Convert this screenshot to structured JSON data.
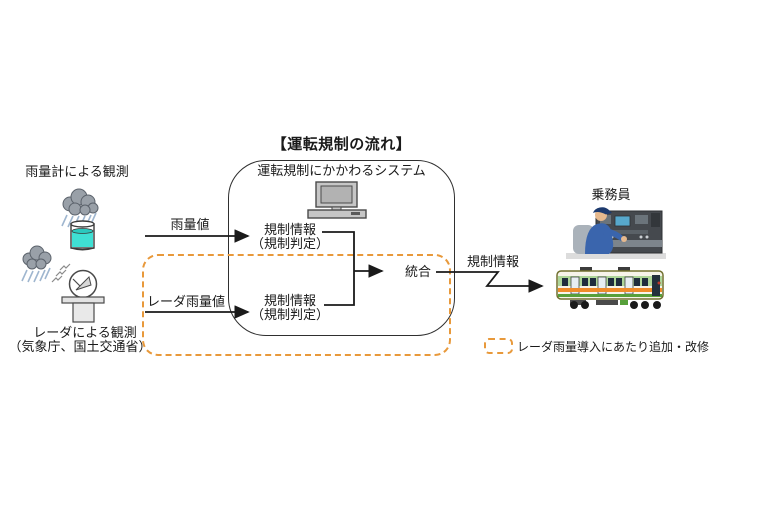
{
  "title": "【運転規制の流れ】",
  "left_column": {
    "rain_gauge_caption": "雨量計による観測",
    "radar_caption": "レーダによる観測",
    "radar_subcaption": "（気象庁、国土交通省）",
    "icons": {
      "upper_cloud": "rain-cloud-icon",
      "rain_gauge": "rain-gauge-cylinder-icon",
      "lower_cloud": "rain-cloud-icon",
      "radar": "radar-dish-pedestal-icon"
    }
  },
  "flows": {
    "rain_value_label": "雨量値",
    "radar_rain_value_label": "レーダ雨量値",
    "output_label": "規制情報"
  },
  "system_box": {
    "label": "運転規制にかかわるシステム",
    "computer_icon": "desktop-computer-icon",
    "judge_top": {
      "line1": "規制情報",
      "line2": "（規制判定）"
    },
    "judge_bottom": {
      "line1": "規制情報",
      "line2": "（規制判定）"
    },
    "integration_label": "統合"
  },
  "right_column": {
    "crew_caption": "乗務員",
    "icons": {
      "crew": "train-driver-at-console-icon",
      "train": "green-orange-train-icon"
    }
  },
  "legend": {
    "label": "レーダ雨量導入にあたり追加・改修"
  },
  "colors": {
    "accent_orange": "#E8993B",
    "line_black": "#1A1A1A",
    "water_cyan": "#3FE0D4",
    "train_green": "#AED69A",
    "train_orange": "#EF8C2A"
  }
}
